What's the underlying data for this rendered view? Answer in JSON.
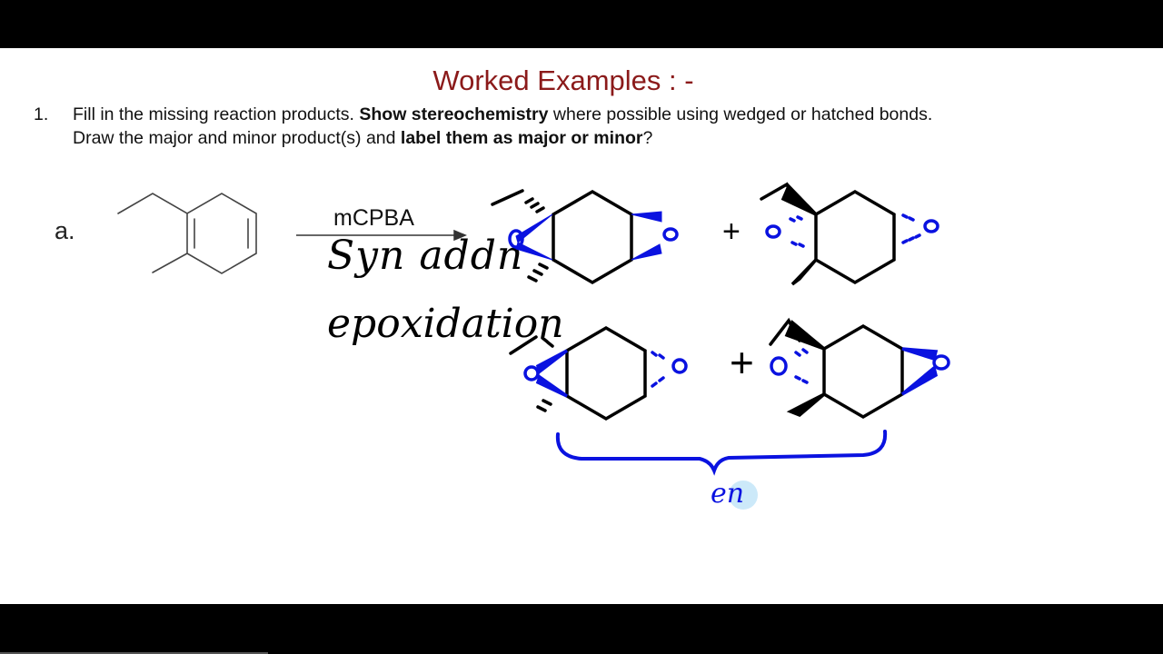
{
  "slide": {
    "title": "Worked Examples : -",
    "question": {
      "number": "1.",
      "line1": {
        "t1": "Fill in the missing reaction products. ",
        "b1": "Show stereochemistry",
        "t2": " where possible using wedged or hatched bonds."
      },
      "line2": {
        "t1": "Draw the major and minor product(s) and ",
        "b1": "label them as major or minor",
        "t2": "?"
      }
    },
    "part_label": "a.",
    "reagent": "mCPBA"
  },
  "handwriting": {
    "note1": "Syn addn",
    "note2": "epoxidation",
    "bracket_label": "en",
    "ink_black": "#000000",
    "ink_blue": "#0a12e0"
  }
}
